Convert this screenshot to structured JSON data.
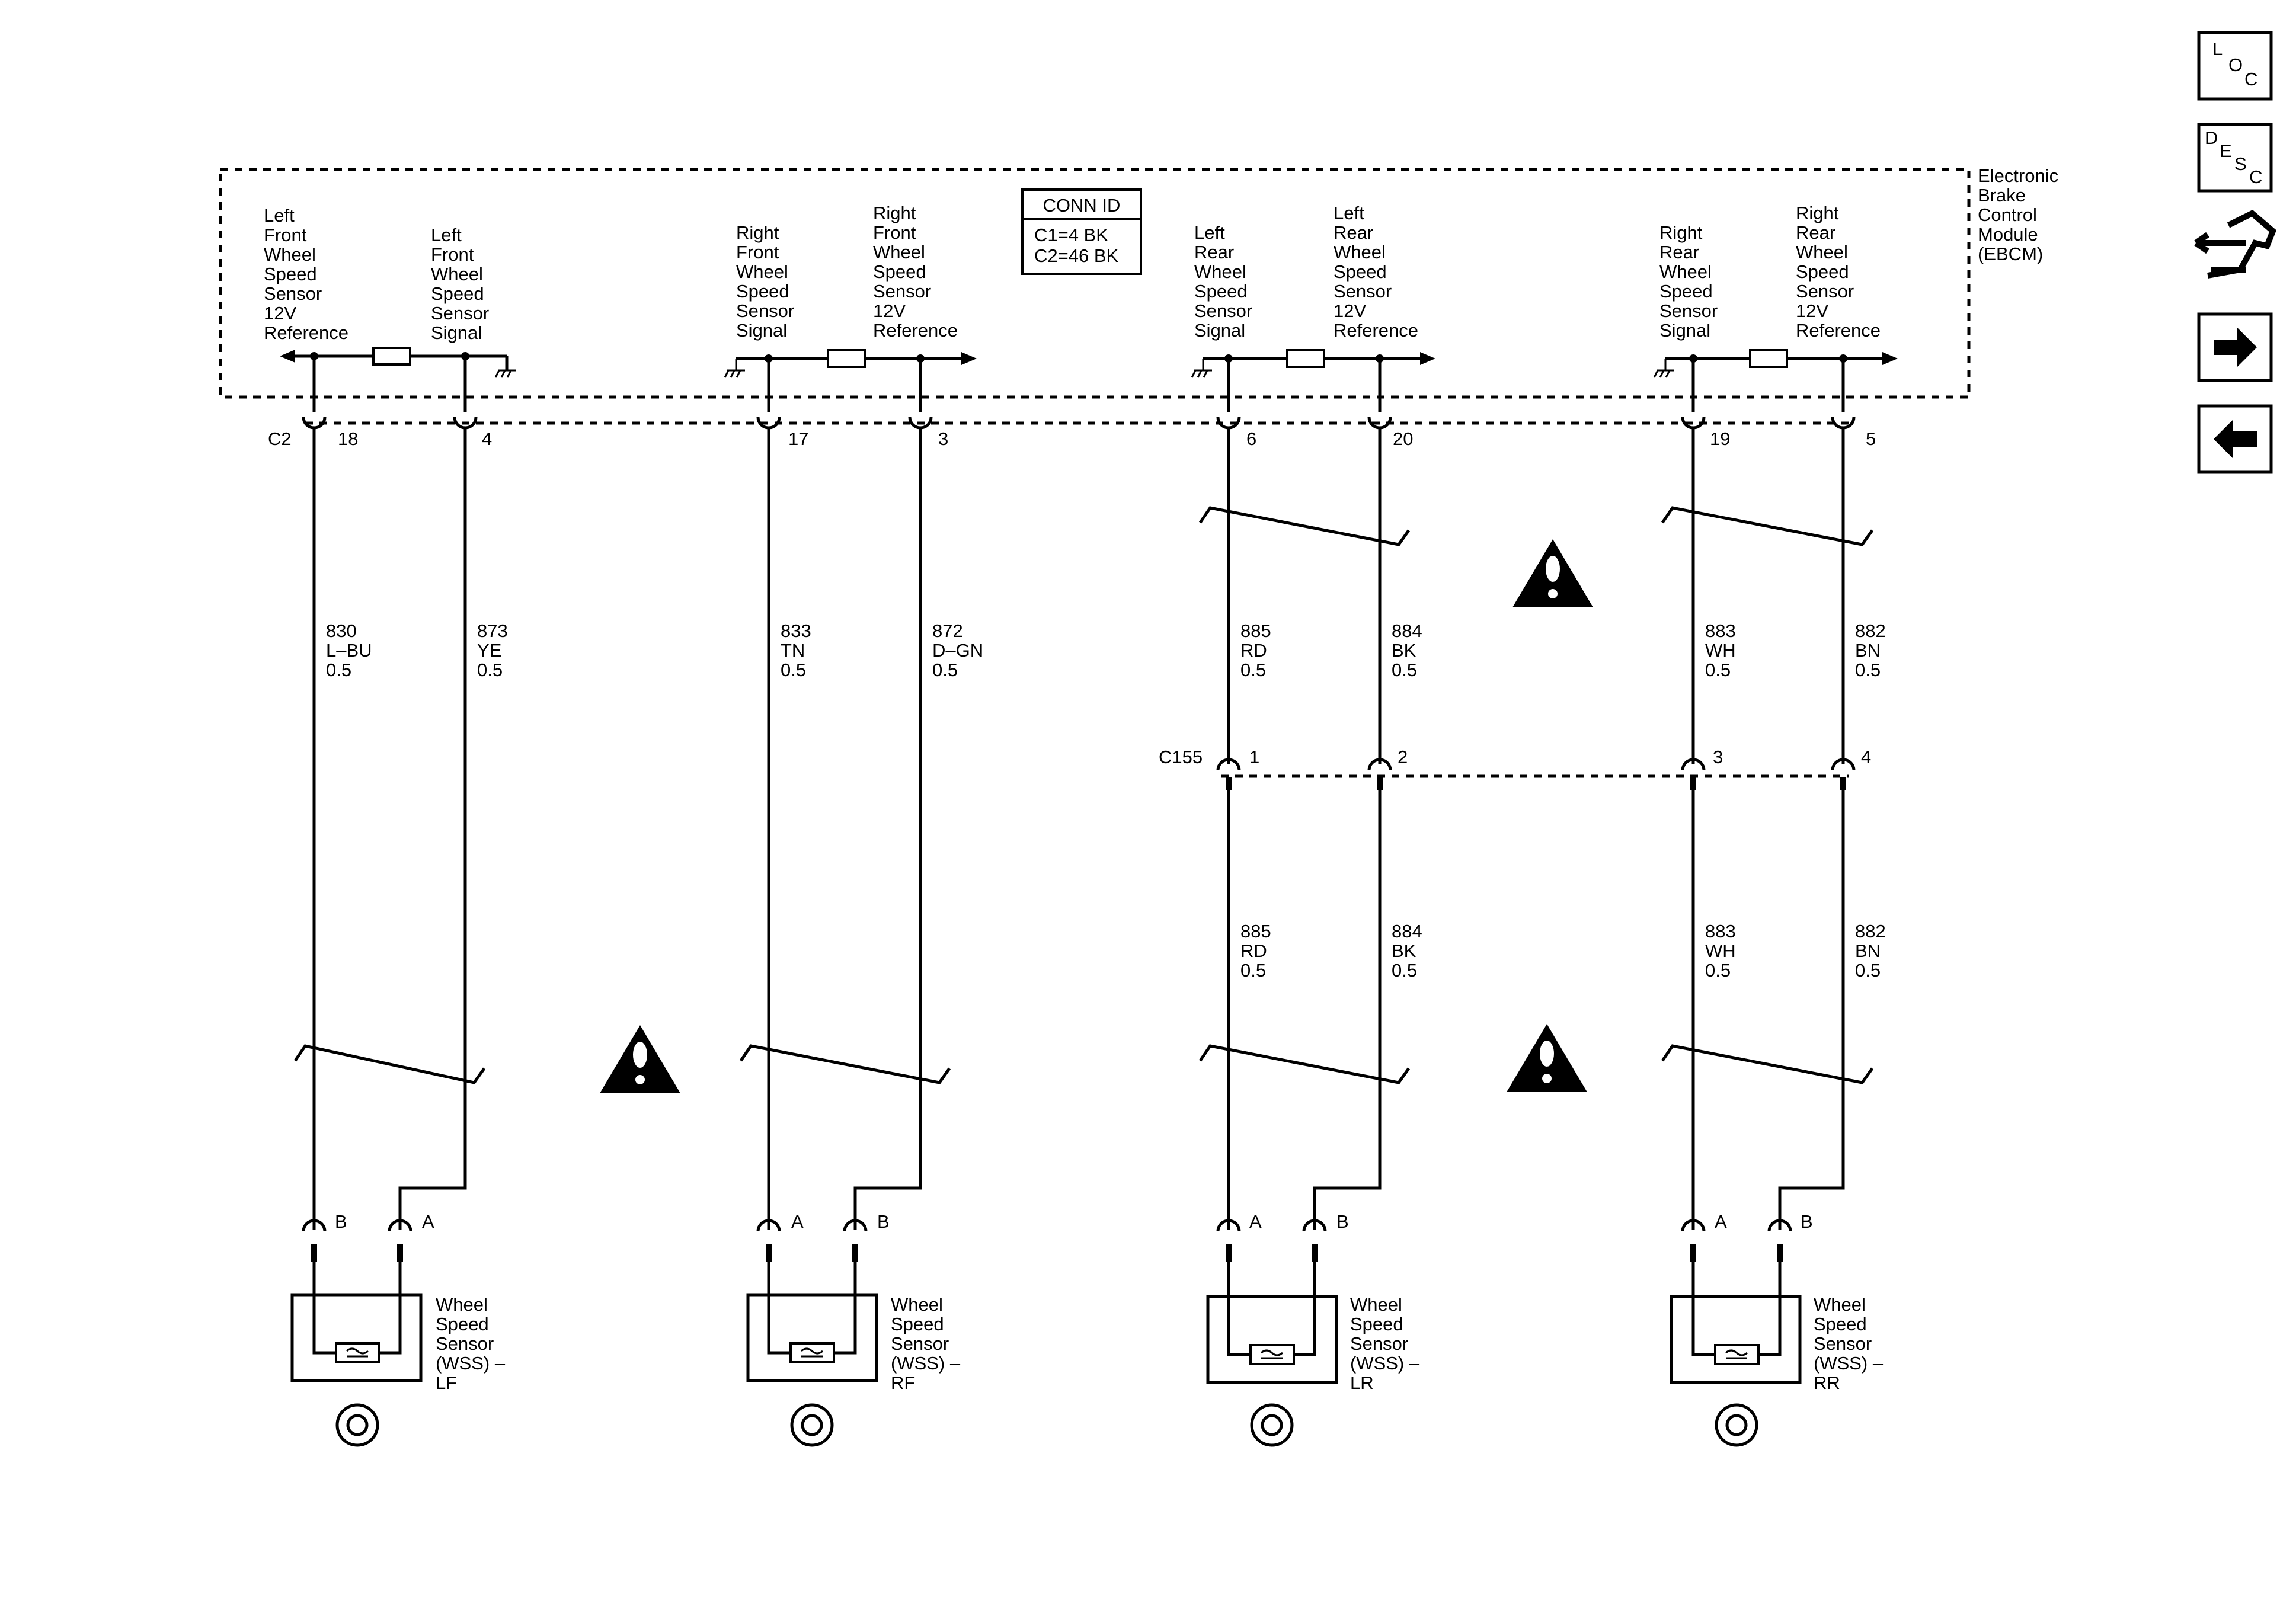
{
  "module": {
    "name_lines": [
      "Electronic",
      "Brake",
      "Control",
      "Module",
      "(EBCM)"
    ],
    "conn_id": {
      "title": "CONN ID",
      "lines": [
        "C1=4 BK",
        "C2=46 BK"
      ]
    },
    "connector_c2": "C2",
    "pin_functions": [
      [
        "Left",
        "Front",
        "Wheel",
        "Speed",
        "Sensor",
        "12V",
        "Reference"
      ],
      [
        "Left",
        "Front",
        "Wheel",
        "Speed",
        "Sensor",
        "Signal"
      ],
      [
        "Right",
        "Front",
        "Wheel",
        "Speed",
        "Sensor",
        "Signal"
      ],
      [
        "Right",
        "Front",
        "Wheel",
        "Speed",
        "Sensor",
        "12V",
        "Reference"
      ],
      [
        "Left",
        "Rear",
        "Wheel",
        "Speed",
        "Sensor",
        "Signal"
      ],
      [
        "Left",
        "Rear",
        "Wheel",
        "Speed",
        "Sensor",
        "12V",
        "Reference"
      ],
      [
        "Right",
        "Rear",
        "Wheel",
        "Speed",
        "Sensor",
        "Signal"
      ],
      [
        "Right",
        "Rear",
        "Wheel",
        "Speed",
        "Sensor",
        "12V",
        "Reference"
      ]
    ]
  },
  "c2_pins": [
    "18",
    "4",
    "17",
    "3",
    "6",
    "20",
    "19",
    "5"
  ],
  "upper_wires": [
    [
      "830",
      "L–BU",
      "0.5"
    ],
    [
      "873",
      "YE",
      "0.5"
    ],
    [
      "833",
      "TN",
      "0.5"
    ],
    [
      "872",
      "D–GN",
      "0.5"
    ],
    [
      "885",
      "RD",
      "0.5"
    ],
    [
      "884",
      "BK",
      "0.5"
    ],
    [
      "883",
      "WH",
      "0.5"
    ],
    [
      "882",
      "BN",
      "0.5"
    ]
  ],
  "inline_connector": {
    "name": "C155",
    "pins": [
      "1",
      "2",
      "3",
      "4"
    ]
  },
  "lower_wires": [
    [
      "885",
      "RD",
      "0.5"
    ],
    [
      "884",
      "BK",
      "0.5"
    ],
    [
      "883",
      "WH",
      "0.5"
    ],
    [
      "882",
      "BN",
      "0.5"
    ]
  ],
  "sensors": [
    {
      "pins": [
        "B",
        "A"
      ],
      "name_lines": [
        "Wheel",
        "Speed",
        "Sensor",
        "(WSS) –",
        "LF"
      ]
    },
    {
      "pins": [
        "A",
        "B"
      ],
      "name_lines": [
        "Wheel",
        "Speed",
        "Sensor",
        "(WSS) –",
        "RF"
      ]
    },
    {
      "pins": [
        "A",
        "B"
      ],
      "name_lines": [
        "Wheel",
        "Speed",
        "Sensor",
        "(WSS) –",
        "LR"
      ]
    },
    {
      "pins": [
        "A",
        "B"
      ],
      "name_lines": [
        "Wheel",
        "Speed",
        "Sensor",
        "(WSS) –",
        "RR"
      ]
    }
  ],
  "nav": {
    "loc": [
      "L",
      "O",
      "C"
    ],
    "desc": [
      "D",
      "E",
      "S",
      "C"
    ],
    "icons": [
      "connector-tool-icon",
      "next-arrow-icon",
      "previous-arrow-icon"
    ]
  }
}
